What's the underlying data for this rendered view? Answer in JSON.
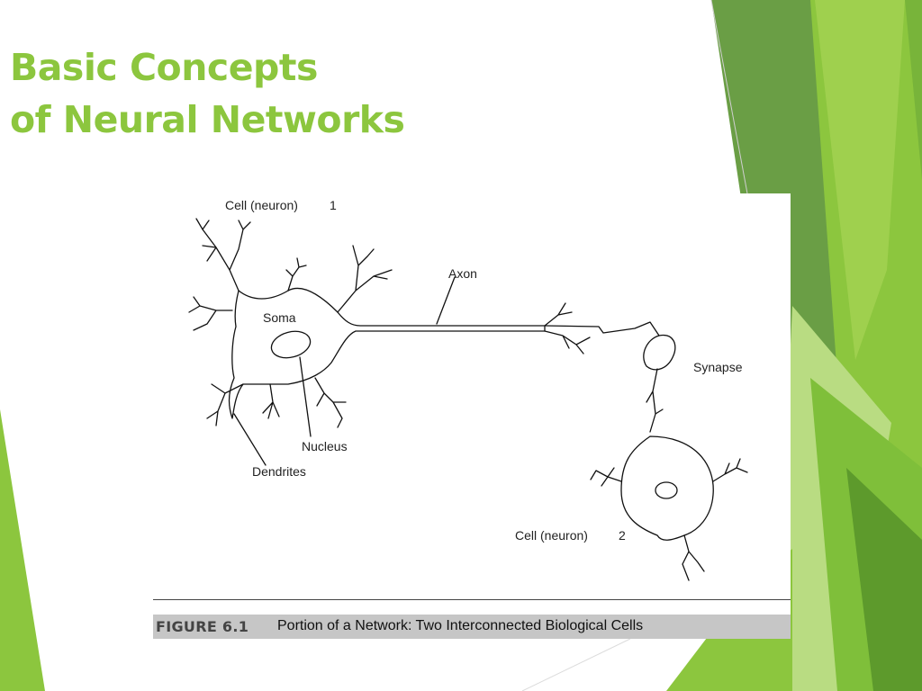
{
  "slide": {
    "title_line1": "Basic Concepts",
    "title_line2": "of Neural Networks",
    "accent_color": "#8cc63e"
  },
  "figure": {
    "labels": {
      "cell1": "Cell (neuron)",
      "cell1_number": "1",
      "axon": "Axon",
      "soma": "Soma",
      "synapse": "Synapse",
      "nucleus": "Nucleus",
      "dendrites": "Dendrites",
      "cell2": "Cell (neuron)",
      "cell2_number": "2"
    },
    "caption_number": "FIGURE 6.1",
    "caption_text": "Portion of a Network: Two Interconnected Biological Cells"
  }
}
